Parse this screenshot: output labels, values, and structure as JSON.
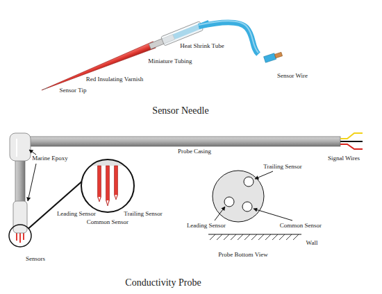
{
  "diagram": {
    "labels": [
      "Sensor Tip",
      "Red Insulating Varnish",
      "Miniature Tubing",
      "Heat Shrink Tube",
      "Sensor Wire",
      "Sensor Needle",
      "Probe Casing",
      "Signal Wires",
      "Marine Epoxy",
      "Leading Sensor",
      "Common Sensor",
      "Trailing Sensor",
      "Sensors",
      "Trailing Sensor",
      "Leading Sensor",
      "Common Sensor",
      "Wall",
      "Probe Bottom View",
      "Conductivity Probe"
    ]
  }
}
